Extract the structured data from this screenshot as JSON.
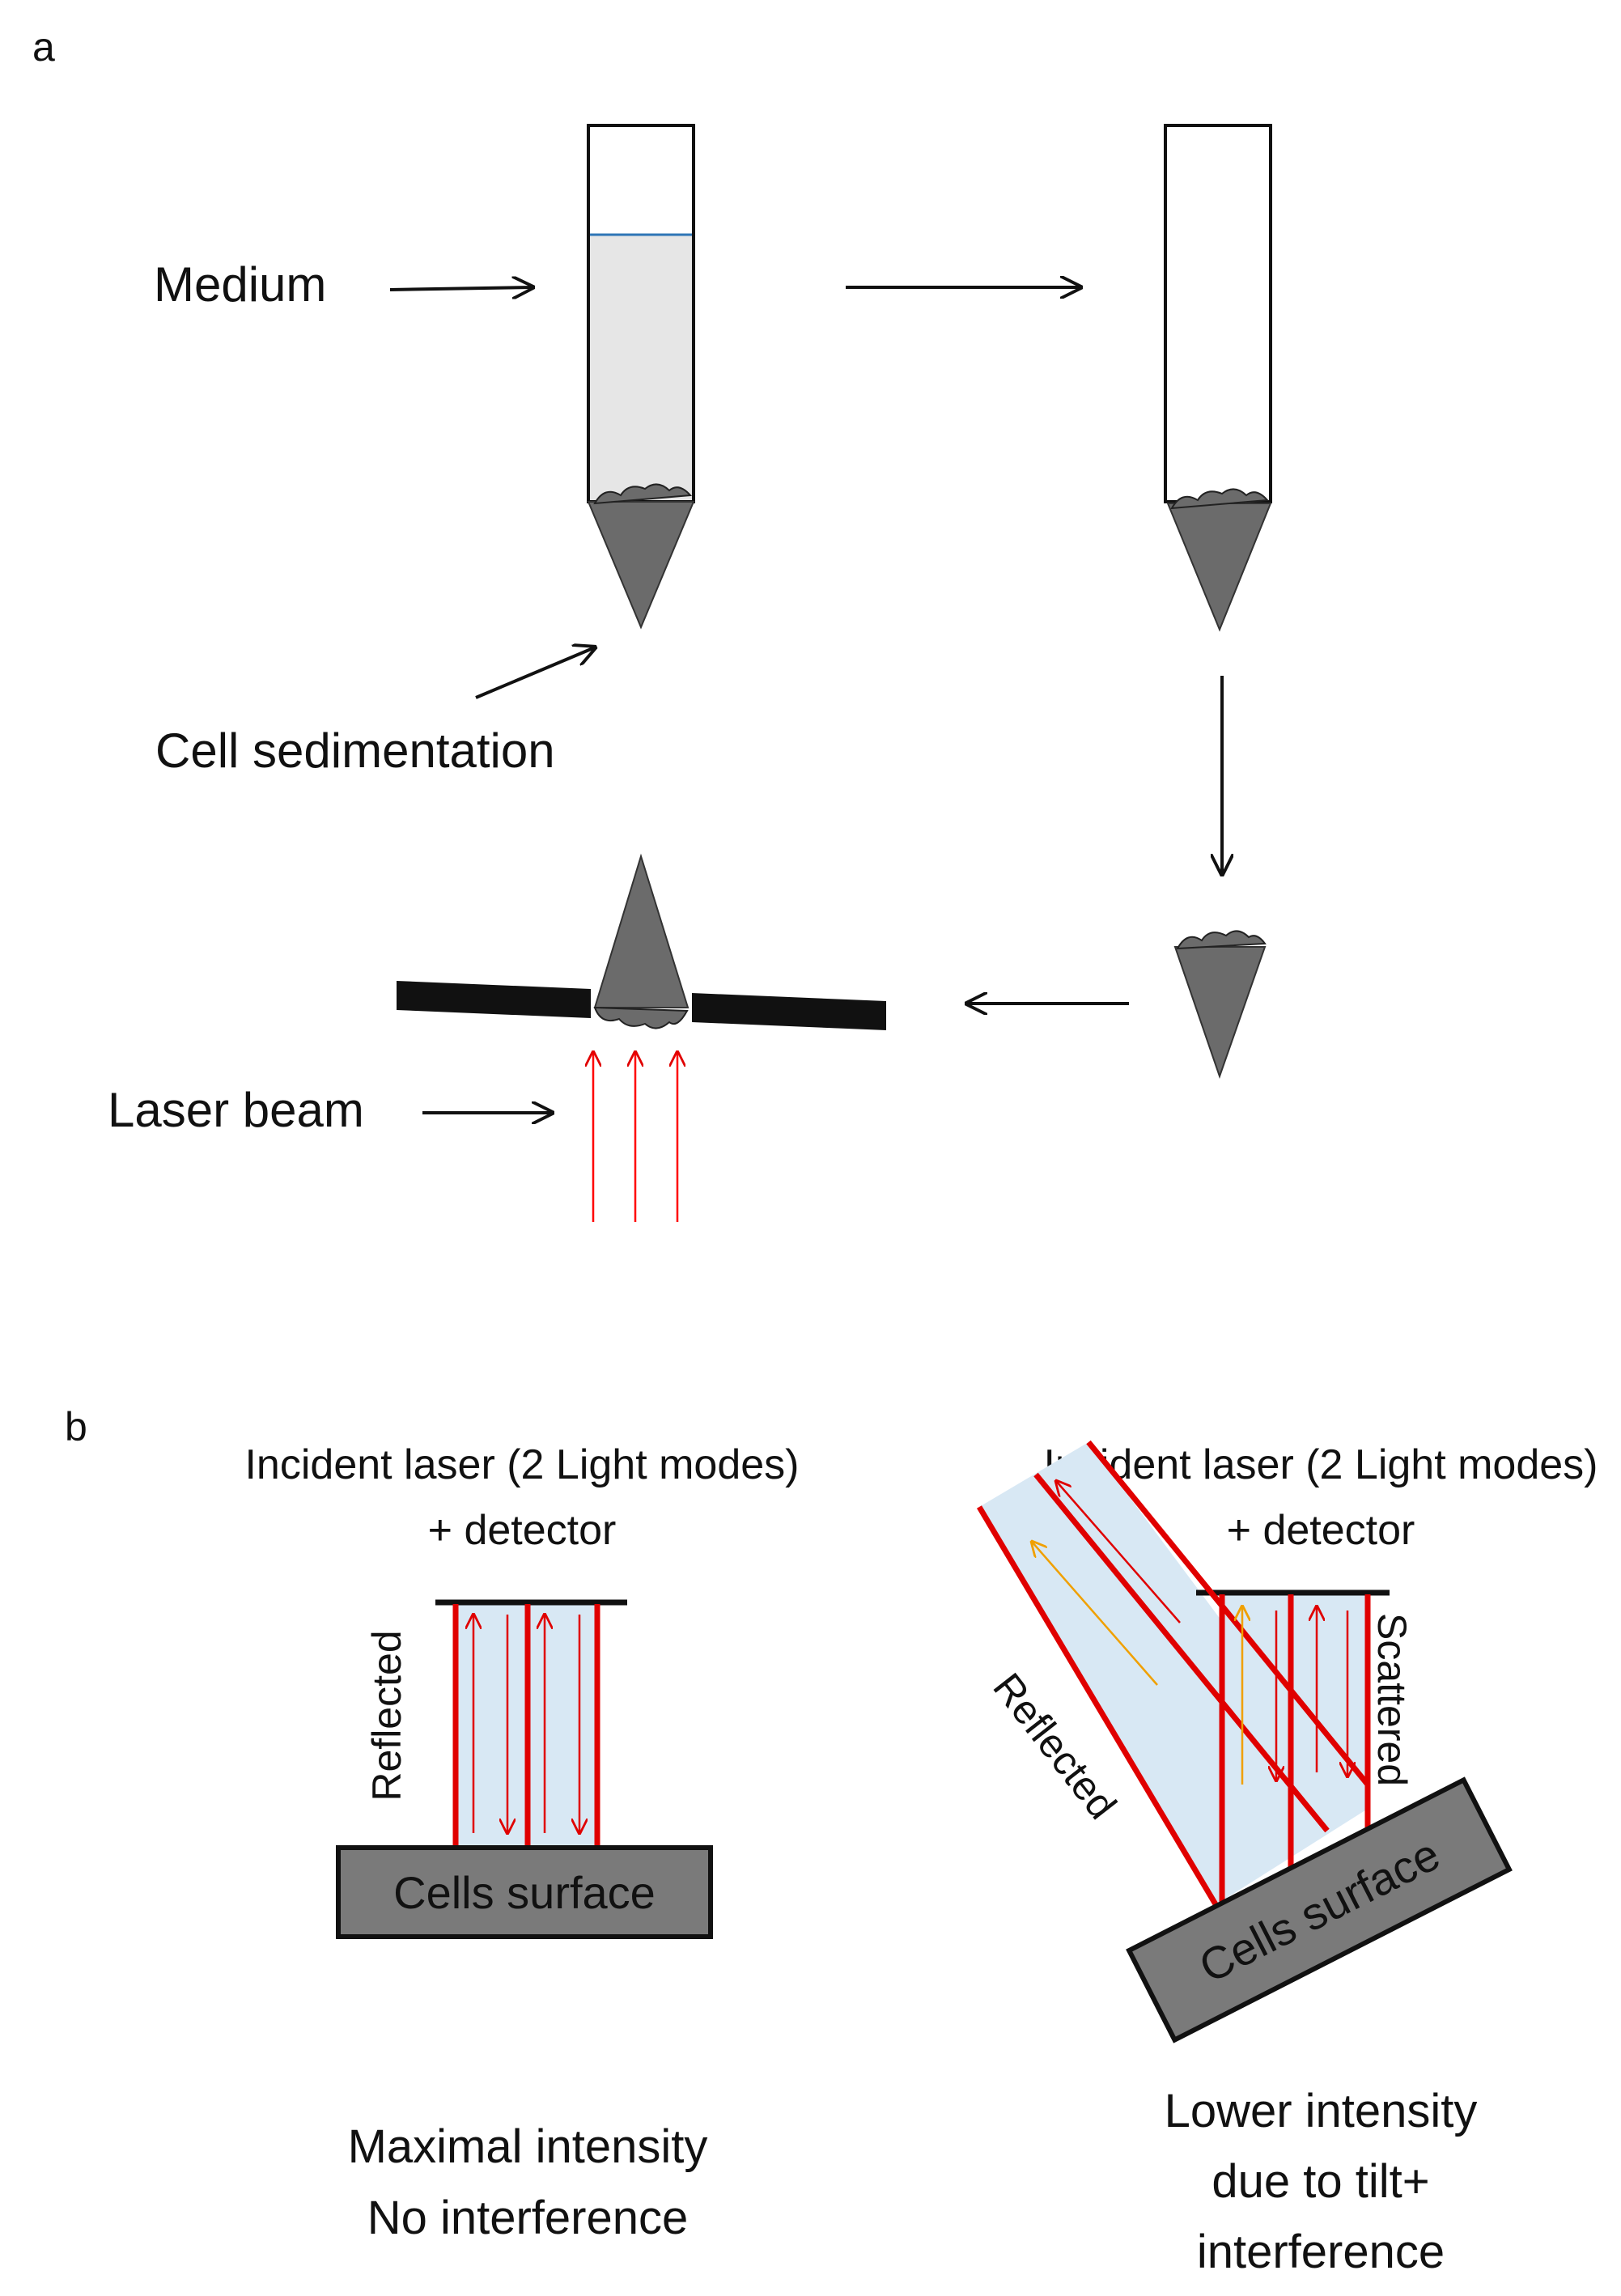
{
  "panel_a": {
    "label": "a",
    "medium_label": "Medium",
    "sedimentation_label": "Cell sedimentation",
    "laser_label": "Laser beam"
  },
  "panel_b": {
    "label": "b",
    "left": {
      "title_line1": "Incident laser (2 Light modes)",
      "title_line2": "+ detector",
      "reflected_label": "Reflected",
      "surface_label": "Cells surface",
      "caption_line1": "Maximal intensity",
      "caption_line2": "No interference"
    },
    "right": {
      "title_line1": "Incident laser (2 Light modes)",
      "title_line2": "+ detector",
      "reflected_label": "Reflected",
      "scattered_label": "Scattered",
      "surface_label": "Cells surface",
      "caption_line1": "Lower intensity",
      "caption_line2": "due to tilt+",
      "caption_line3": "interference"
    }
  },
  "colors": {
    "medium_fill": "#e6e6e6",
    "medium_line": "#2e75b6",
    "cone": "#6b6b6b",
    "laser": "#ff0000",
    "beam_red": "#e00000",
    "beam_fill": "#d8e8f4",
    "scatter_arrow": "#f0a000",
    "surface": "#7a7a7a"
  }
}
